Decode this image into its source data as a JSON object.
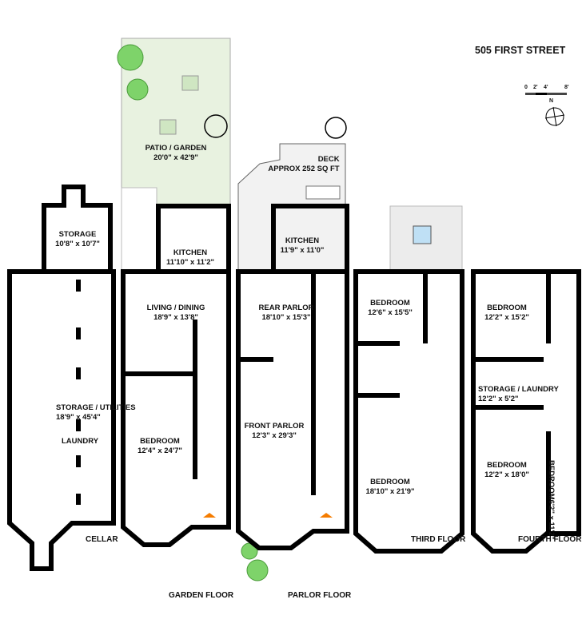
{
  "title": "505 FIRST STREET",
  "scale_labels": [
    "0",
    "2'",
    "4'",
    "8'"
  ],
  "north_label": "N",
  "colors": {
    "wall": "#000000",
    "garden": "#e8f2e0",
    "tree": "#7ed36a",
    "skylight": "#bfe0f5",
    "entry": "#f57c00"
  },
  "floors": {
    "cellar": {
      "label": "CELLAR",
      "rooms": [
        {
          "name": "STORAGE",
          "dims": "10'8\" x 10'7\""
        },
        {
          "name": "STORAGE / UTILITIES",
          "dims": "18'9\" x 45'4\""
        },
        {
          "name": "LAUNDRY",
          "dims": ""
        }
      ]
    },
    "garden": {
      "label": "GARDEN FLOOR",
      "rooms": [
        {
          "name": "PATIO / GARDEN",
          "dims": "20'0\" x 42'9\""
        },
        {
          "name": "KITCHEN",
          "dims": "11'10\" x 11'2\""
        },
        {
          "name": "LIVING / DINING",
          "dims": "18'9\" x 13'8\""
        },
        {
          "name": "BEDROOM",
          "dims": "12'4\" x 24'7\""
        }
      ]
    },
    "parlor": {
      "label": "PARLOR FLOOR",
      "rooms": [
        {
          "name": "DECK",
          "dims": "APPROX 252 SQ FT"
        },
        {
          "name": "KITCHEN",
          "dims": "11'9\" x 11'0\""
        },
        {
          "name": "REAR PARLOR",
          "dims": "18'10\" x 15'3\""
        },
        {
          "name": "FRONT PARLOR",
          "dims": "12'3\" x 29'3\""
        }
      ]
    },
    "third": {
      "label": "THIRD FLOOR",
      "rooms": [
        {
          "name": "BEDROOM",
          "dims": "12'6\" x 15'5\""
        },
        {
          "name": "BEDROOM",
          "dims": "18'10\" x 21'9\""
        }
      ]
    },
    "fourth": {
      "label": "FOURTH FLOOR",
      "rooms": [
        {
          "name": "BEDROOM",
          "dims": "12'2\" x 15'2\""
        },
        {
          "name": "STORAGE / LAUNDRY",
          "dims": "12'2\" x 5'2\""
        },
        {
          "name": "BEDROOM",
          "dims": "12'2\" x 18'0\""
        },
        {
          "name": "BEDROOM",
          "dims": "6'2\" x 11'2\""
        }
      ]
    }
  }
}
